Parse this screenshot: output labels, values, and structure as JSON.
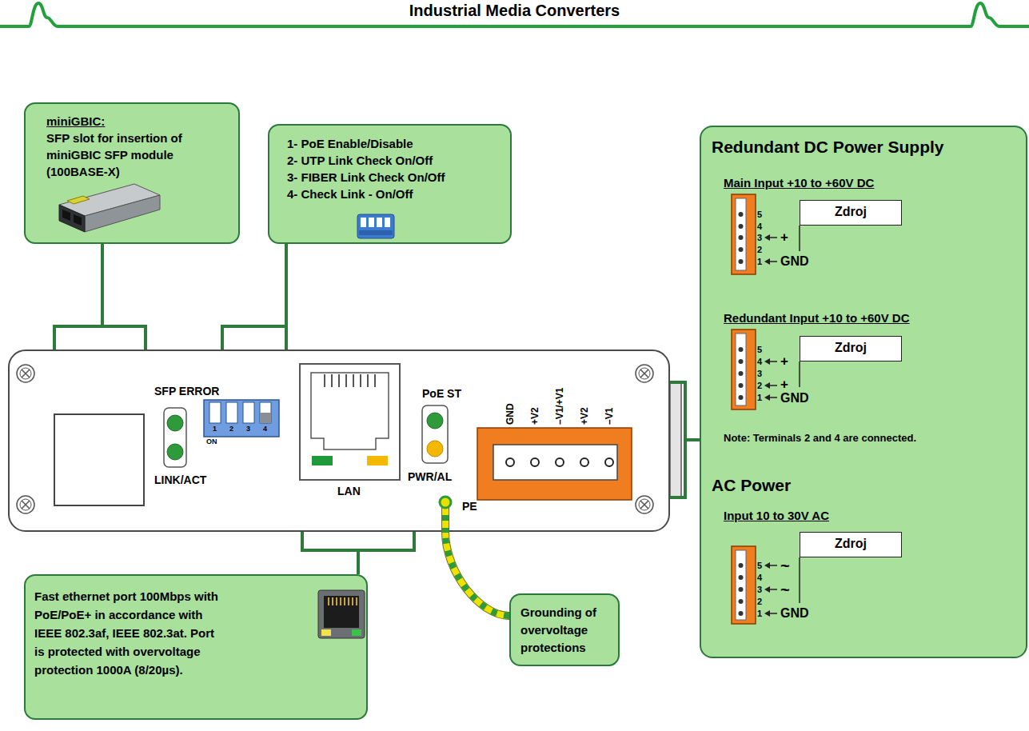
{
  "diagram": {
    "title": "Industrial Media Converters",
    "nodes": [
      {
        "text": [
          "miniGBIC:",
          "SFP slot for insertion of miniGBIC SFP module (100BASE-X)"
        ]
      },
      {
        "text": [
          "1- PoE Enable/Disable",
          "2- UTP Link Check On/Off",
          "3- FIBER Link Check On/Off",
          "4- Check Link - On/Off"
        ]
      },
      {
        "text": [
          "Redundant DC Power Supply",
          "Main Input +10 to +60V DC",
          "Redundant Input +10 to +60V DC",
          "Note: Terminals 2 and 4 are connected.",
          "AC Power",
          "Input 10 to 30V AC"
        ]
      },
      {
        "text": [
          "Zdroj"
        ],
        "in": 2
      },
      {
        "text": [
          "Zdroj"
        ],
        "in": 2
      },
      {
        "text": [
          "Zdroj"
        ],
        "in": 2
      },
      {
        "text": [
          "SFP ERROR",
          "LINK/ACT",
          "LAN",
          "PoE ST",
          "PWR/AL",
          "PE"
        ]
      },
      {
        "text": [
          "Fast ethernet port 100Mbps with PoE/PoE+ in accordance with IEEE 802.3af, IEEE 802.3at. Port is protected with overvoltage protection 1000A (8/20µs)."
        ]
      },
      {
        "text": [
          "Grounding of overvoltage protections"
        ]
      }
    ],
    "edges": [
      {
        "from": 0,
        "to": 6,
        "arrow": "none"
      },
      {
        "from": 1,
        "to": 6,
        "arrow": "none"
      },
      {
        "from": 2,
        "to": 6,
        "arrow": "none"
      },
      {
        "from": 7,
        "to": 6,
        "arrow": "none"
      },
      {
        "from": 8,
        "to": 6,
        "arrow": "none"
      }
    ],
    "labels": [
      "1",
      "2",
      "3",
      "4",
      "ON",
      "GND",
      "+V2",
      "–V1/+V1",
      "+V2",
      "–V1",
      "5",
      "4",
      "3",
      "2",
      "1",
      "+",
      "GND",
      "5",
      "4",
      "3",
      "2",
      "1",
      "+",
      "+",
      "GND",
      "5",
      "4",
      "3",
      "2",
      "1",
      "~",
      "~",
      "GND"
    ]
  }
}
